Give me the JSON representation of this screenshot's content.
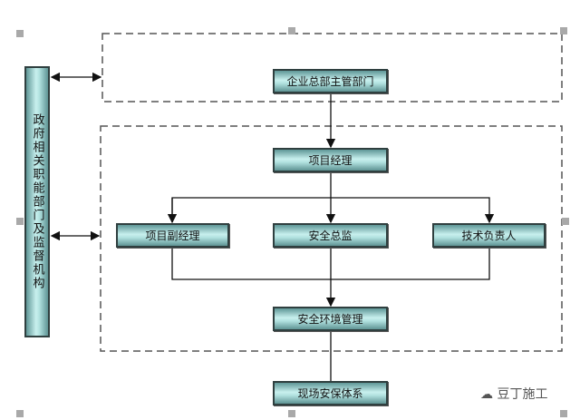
{
  "side_label": "政府相关职能部门及监督机构",
  "nodes": {
    "hq": "企业总部主管部门",
    "pm": "项目经理",
    "deputy": "项目副经理",
    "safety_director": "安全总监",
    "tech_lead": "技术负责人",
    "env_mgmt": "安全环境管理",
    "site_security": "现场安保体系"
  },
  "watermark": "豆丁施工"
}
